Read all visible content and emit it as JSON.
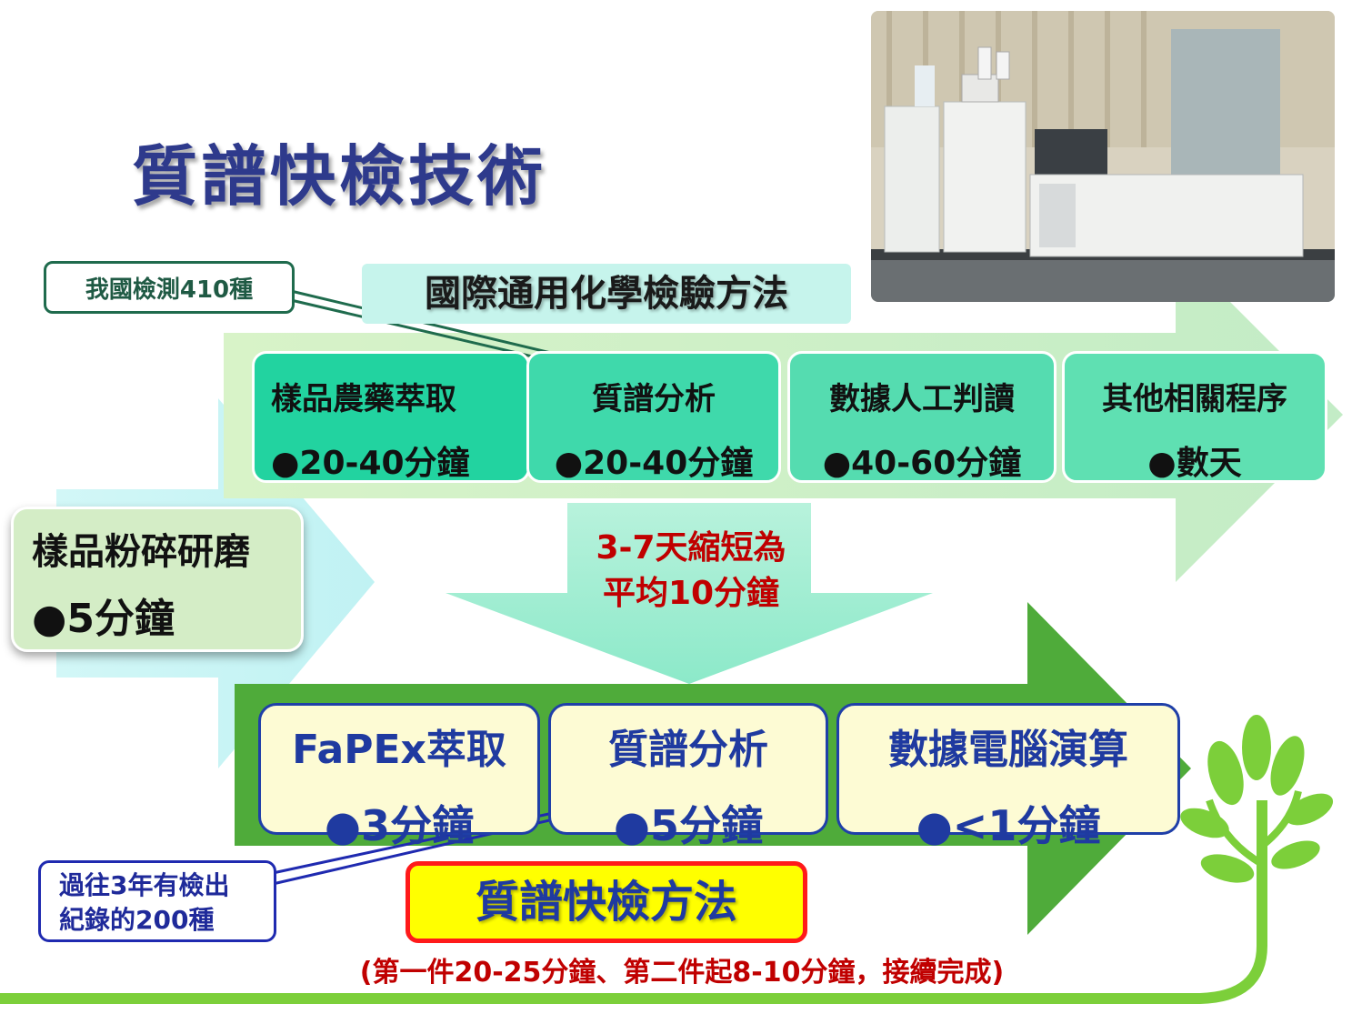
{
  "title": "質譜快檢技術",
  "intl_method": "國際通用化學檢驗方法",
  "callout_top": "我國檢測410種",
  "traditional_steps": [
    {
      "name": "樣品農藥萃取",
      "time": "●20-40分鐘"
    },
    {
      "name": "質譜分析",
      "time": "●20-40分鐘"
    },
    {
      "name": "數據人工判讀",
      "time": "●40-60分鐘"
    },
    {
      "name": "其他相關程序",
      "time": "●數天"
    }
  ],
  "grind": {
    "name": "樣品粉碎研磨",
    "time": "●5分鐘"
  },
  "shorten": {
    "line1": "3-7天縮短為",
    "line2": "平均10分鐘"
  },
  "fast_steps": [
    {
      "name": "FaPEx萃取",
      "time": "●3分鐘"
    },
    {
      "name": "質譜分析",
      "time": "●5分鐘"
    },
    {
      "name": "數據電腦演算",
      "time": "●<1分鐘"
    }
  ],
  "callout_bottom": {
    "line1": "過往3年有檢出",
    "line2": "紀錄的200種"
  },
  "method_label": "質譜快檢方法",
  "note": "(第一件20-25分鐘、第二件起8-10分鐘，接續完成)",
  "colors": {
    "title": "#2e3a8c",
    "trad_step_1": "#22d3a0",
    "trad_step_2": "#3fd9ab",
    "trad_step_3": "#55dcb0",
    "trad_step_4": "#5fe0b2",
    "fast_arrow": "#4fab3a",
    "fast_text": "#1f3aa0",
    "highlight": "#ffff00",
    "red_text": "#c00000"
  }
}
